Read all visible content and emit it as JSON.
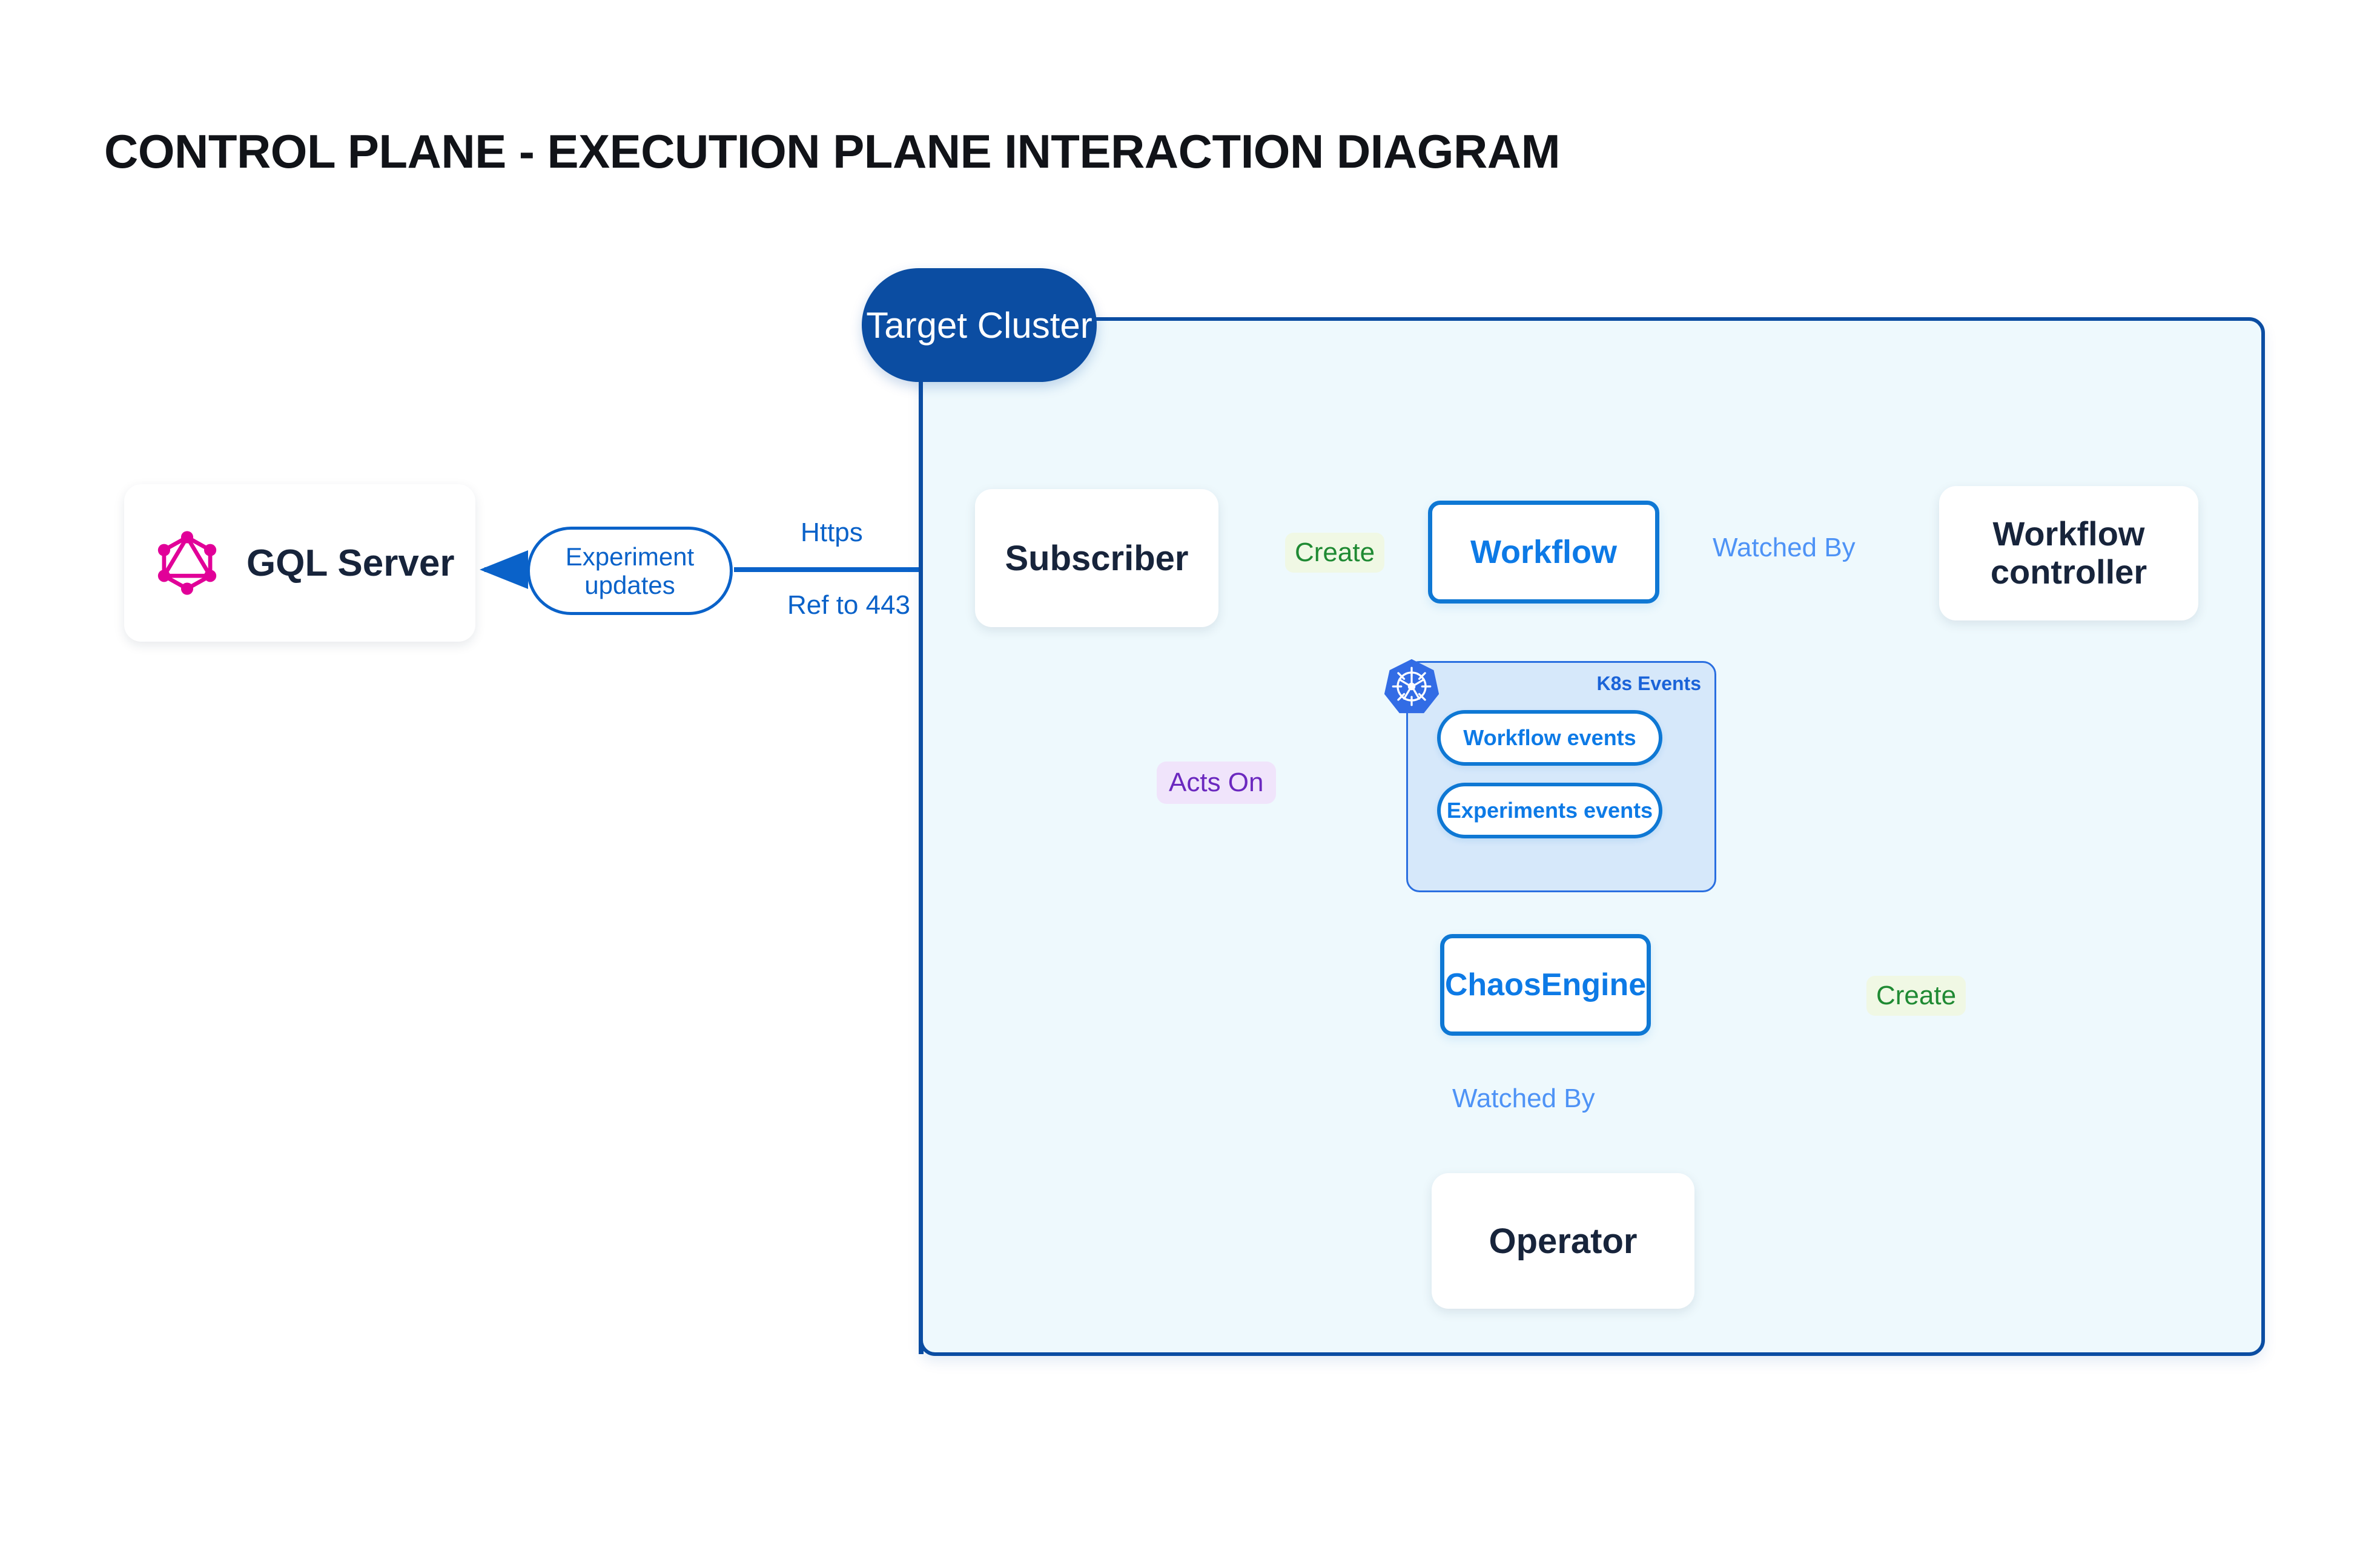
{
  "title": "CONTROL PLANE - EXECUTION PLANE INTERACTION DIAGRAM",
  "cluster": {
    "title": "Target Cluster"
  },
  "nodes": {
    "gql_server": {
      "label": "GQL Server",
      "icon": "graphql-icon"
    },
    "subscriber": {
      "label": "Subscriber"
    },
    "workflow": {
      "label": "Workflow"
    },
    "workflow_controller": {
      "label": "Workflow\ncontroller",
      "line1": "Workflow",
      "line2": "controller"
    },
    "chaos_engine": {
      "label": "ChaosEngine"
    },
    "operator": {
      "label": "Operator"
    }
  },
  "k8s_events": {
    "panel_title": "K8s Events",
    "icon": "kubernetes-icon",
    "pills": [
      {
        "label": "Workflow events"
      },
      {
        "label": "Experiments events"
      }
    ]
  },
  "edge_labels": {
    "experiment_updates_line1": "Experiment",
    "experiment_updates_line2": "updates",
    "https": "Https",
    "ref_to_443": "Ref to 443",
    "create_workflow": "Create",
    "watched_by_controller": "Watched By",
    "acts_on": "Acts On",
    "create_chaosengine": "Create",
    "watched_by_operator": "Watched By"
  },
  "colors": {
    "cluster_border": "#0b4da2",
    "cluster_fill": "#eef9fd",
    "node_blue": "#0d7ae6",
    "node_navy": "#17243b",
    "edge_blue": "#0a62c9",
    "edge_light_blue": "#4e93f6",
    "edge_green": "#1f8a33",
    "edge_purple": "#6b28bf",
    "edge_slate": "#4a5265",
    "graphql_pink": "#e10098",
    "k8s_blue": "#326ce5",
    "panel_fill": "#d6e8fa"
  }
}
